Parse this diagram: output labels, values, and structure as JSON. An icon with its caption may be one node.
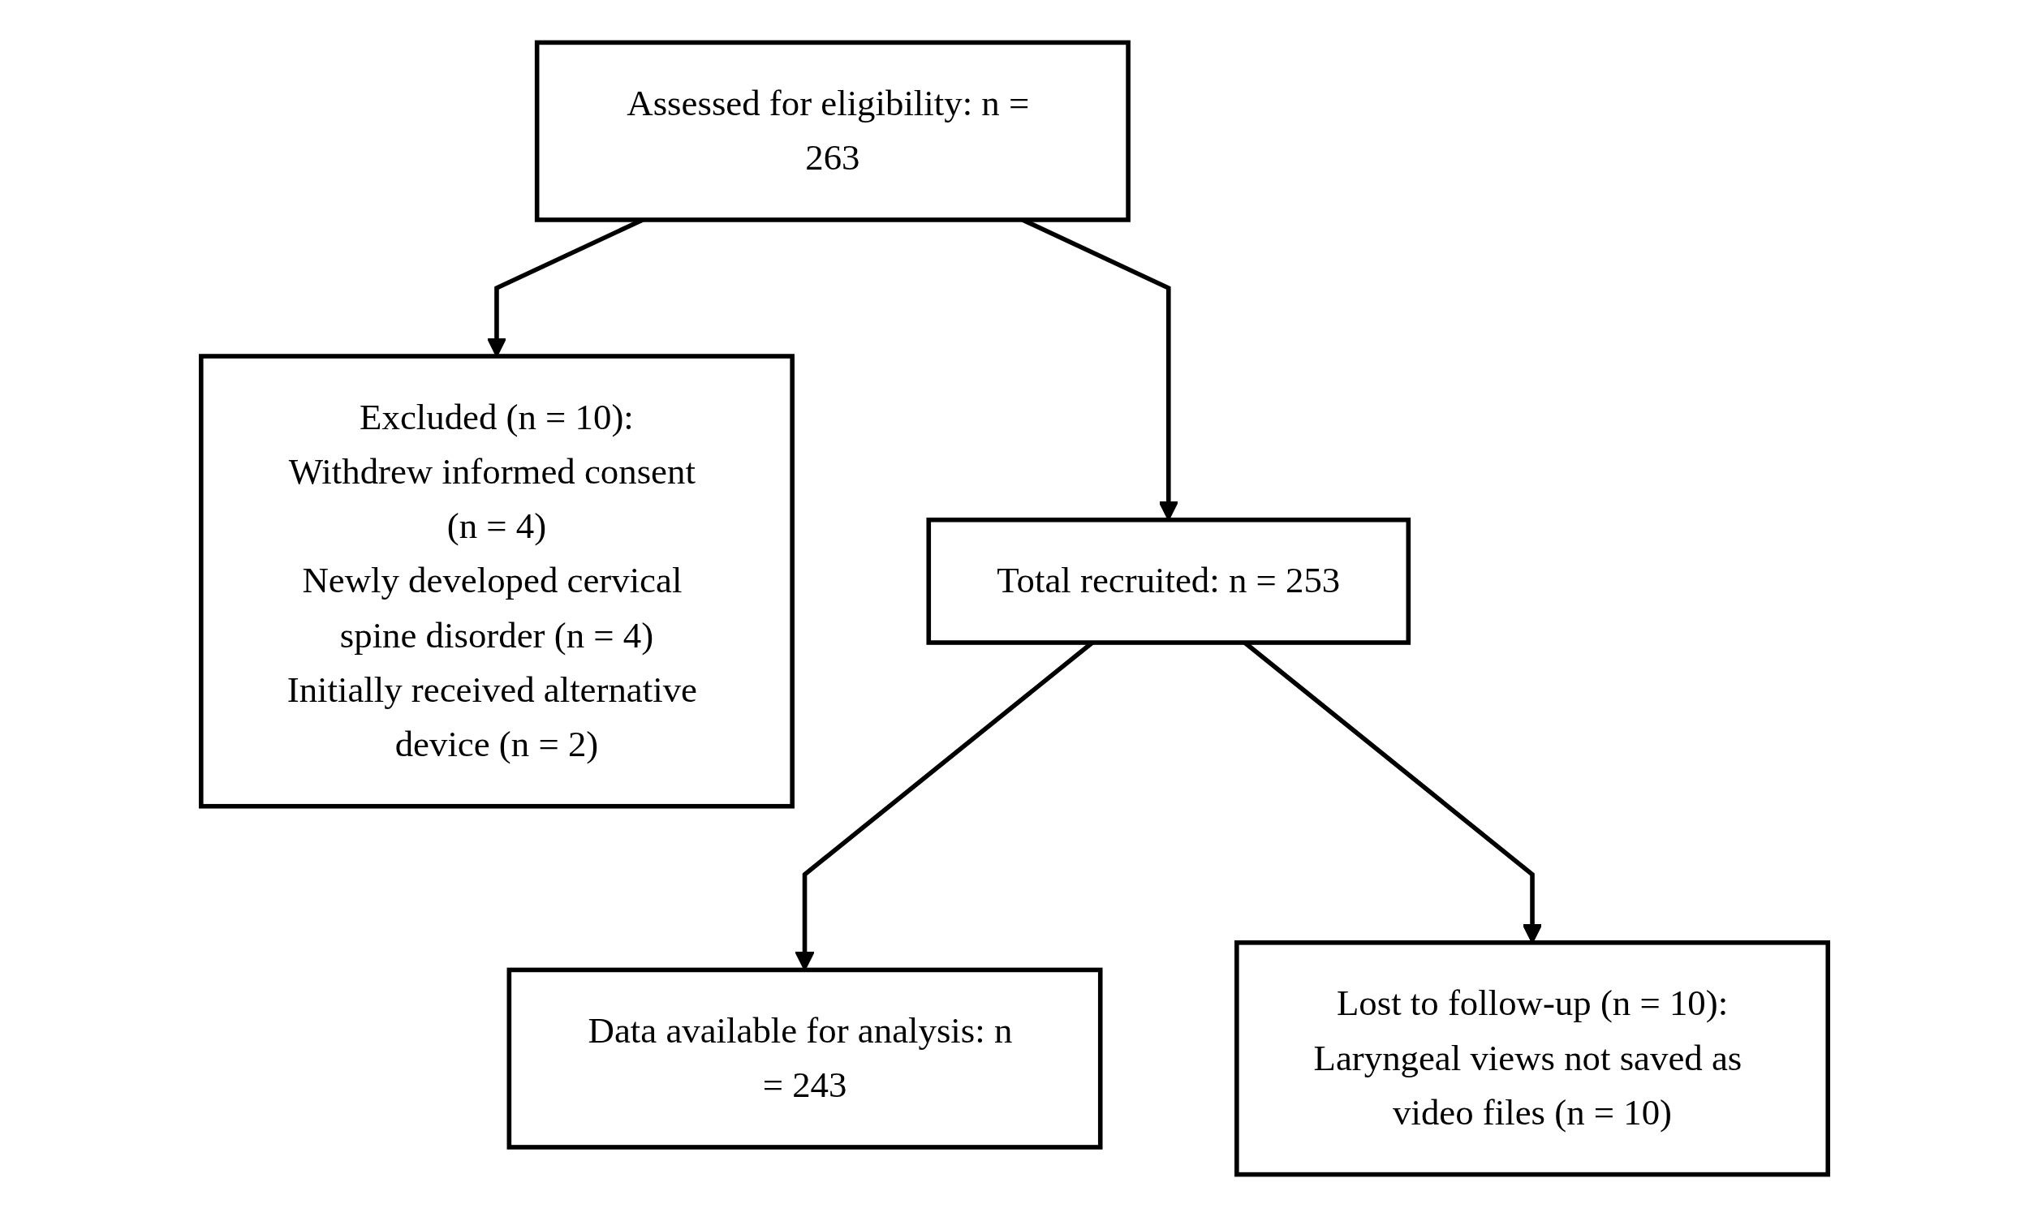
{
  "diagram": {
    "nodes": [
      {
        "text": [
          "Assessed for eligibility: n = 263"
        ]
      },
      {
        "text": [
          "Excluded (n = 10):",
          "Withdrew informed consent (n = 4)",
          "Newly developed cervical spine disorder (n = 4)",
          "Initially received alternative device (n = 2)"
        ]
      },
      {
        "text": [
          "Total recruited: n = 253"
        ]
      },
      {
        "text": [
          "Lost to follow-up (n = 10):",
          "Laryngeal views not saved as video files (n = 10)"
        ]
      },
      {
        "text": [
          "Data available for analysis: n = 243"
        ]
      }
    ],
    "edges": [
      {
        "from": 0,
        "to": 2,
        "arrow": "to"
      },
      {
        "from": 0,
        "to": 1,
        "arrow": "to"
      },
      {
        "from": 2,
        "to": 4,
        "arrow": "to"
      },
      {
        "from": 2,
        "to": 3,
        "arrow": "to"
      }
    ]
  }
}
